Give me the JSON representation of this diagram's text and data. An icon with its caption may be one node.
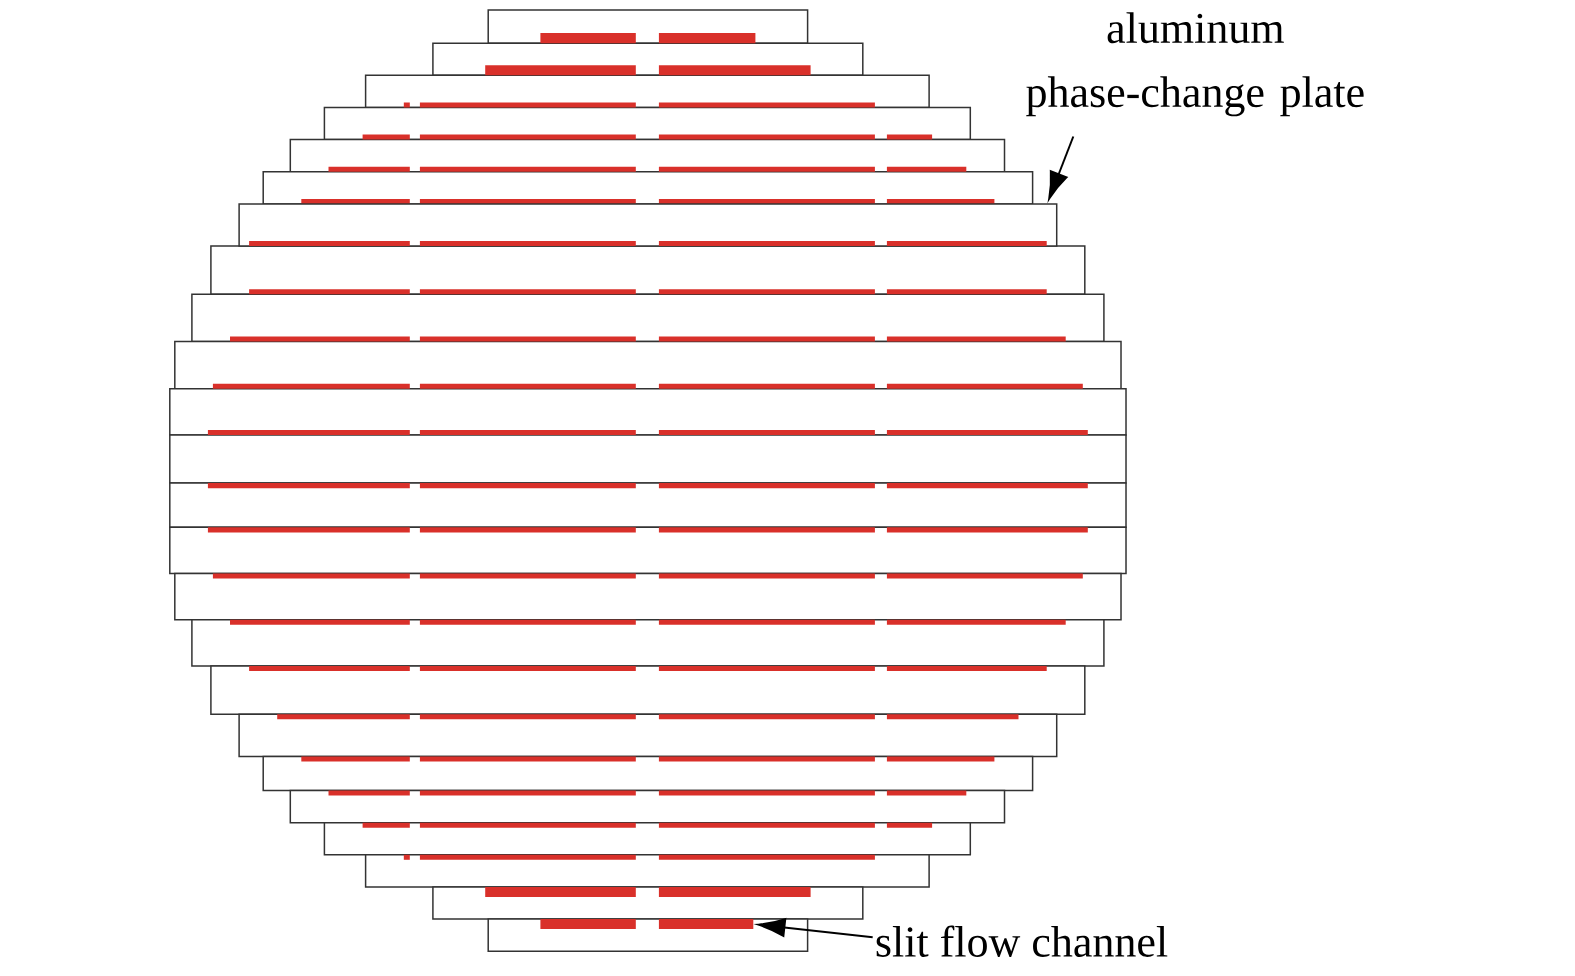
{
  "diagram": {
    "nodes": [
      {
        "text": [
          "aluminum phase-change plate"
        ]
      },
      {
        "text": [],
        "shape": "box"
      },
      {
        "text": [
          "slit flow channel"
        ]
      },
      {
        "text": [],
        "shape": "bar"
      }
    ],
    "edges": [
      {
        "from": 0,
        "to": 1,
        "arrow": "to"
      },
      {
        "from": 2,
        "to": 3,
        "arrow": "to"
      }
    ]
  }
}
